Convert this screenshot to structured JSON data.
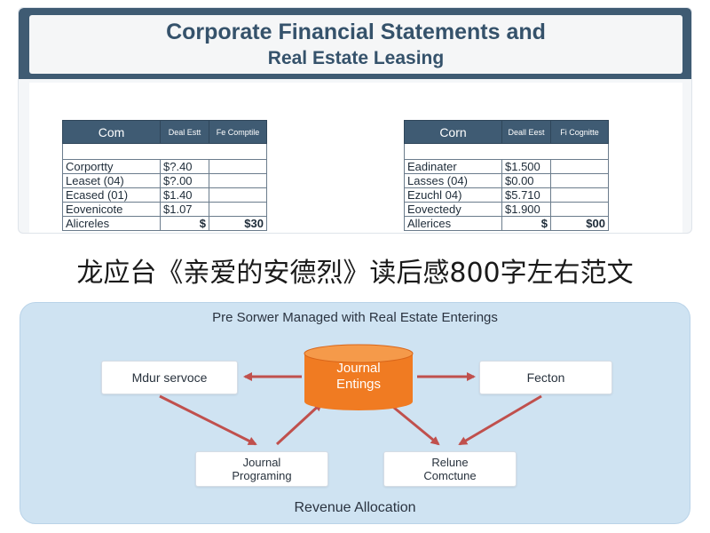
{
  "header": {
    "title_line1": "Corporate Financial Statements and",
    "title_line2": "Real Estate Leasing"
  },
  "tables": {
    "left": {
      "headers": [
        "Com",
        "Deal Estt",
        "Fe Comptile"
      ],
      "rows": [
        [
          "Corportty",
          "$?.40",
          ""
        ],
        [
          "Leaset (04)",
          "$?.00",
          ""
        ],
        [
          "Ecased (01)",
          "$1.40",
          ""
        ],
        [
          "Eovenicote",
          "$1.07",
          ""
        ]
      ],
      "total": [
        "Alicreles",
        "$",
        "$30"
      ]
    },
    "right": {
      "headers": [
        "Corn",
        "Deall Eest",
        "Fi Cognitte"
      ],
      "rows": [
        [
          "Eadinater",
          "$1.500",
          ""
        ],
        [
          "Lasses (04)",
          "$0.00",
          ""
        ],
        [
          "Ezuchl 04)",
          "$5.710",
          ""
        ],
        [
          "Eovectedy",
          "$1.900",
          ""
        ]
      ],
      "total": [
        "Allerices",
        "$",
        "$00"
      ]
    }
  },
  "headline": "龙应台《亲爱的安德烈》读后感800字左右范文",
  "diagram": {
    "title": "Pre Sorwer Managed with Real Estate Enterings",
    "center": {
      "line1": "Journal",
      "line2": "Entings"
    },
    "nodes": {
      "left": "Mdur servoce",
      "right": "Fecton",
      "bottom_left": {
        "line1": "Journal",
        "line2": "Programing"
      },
      "bottom_right": {
        "line1": "Relune",
        "line2": "Comctune"
      }
    },
    "footer": "Revenue Allocation",
    "colors": {
      "panel": "#cfe3f2",
      "database": "#f07b22",
      "arrow": "#c0504d"
    }
  }
}
